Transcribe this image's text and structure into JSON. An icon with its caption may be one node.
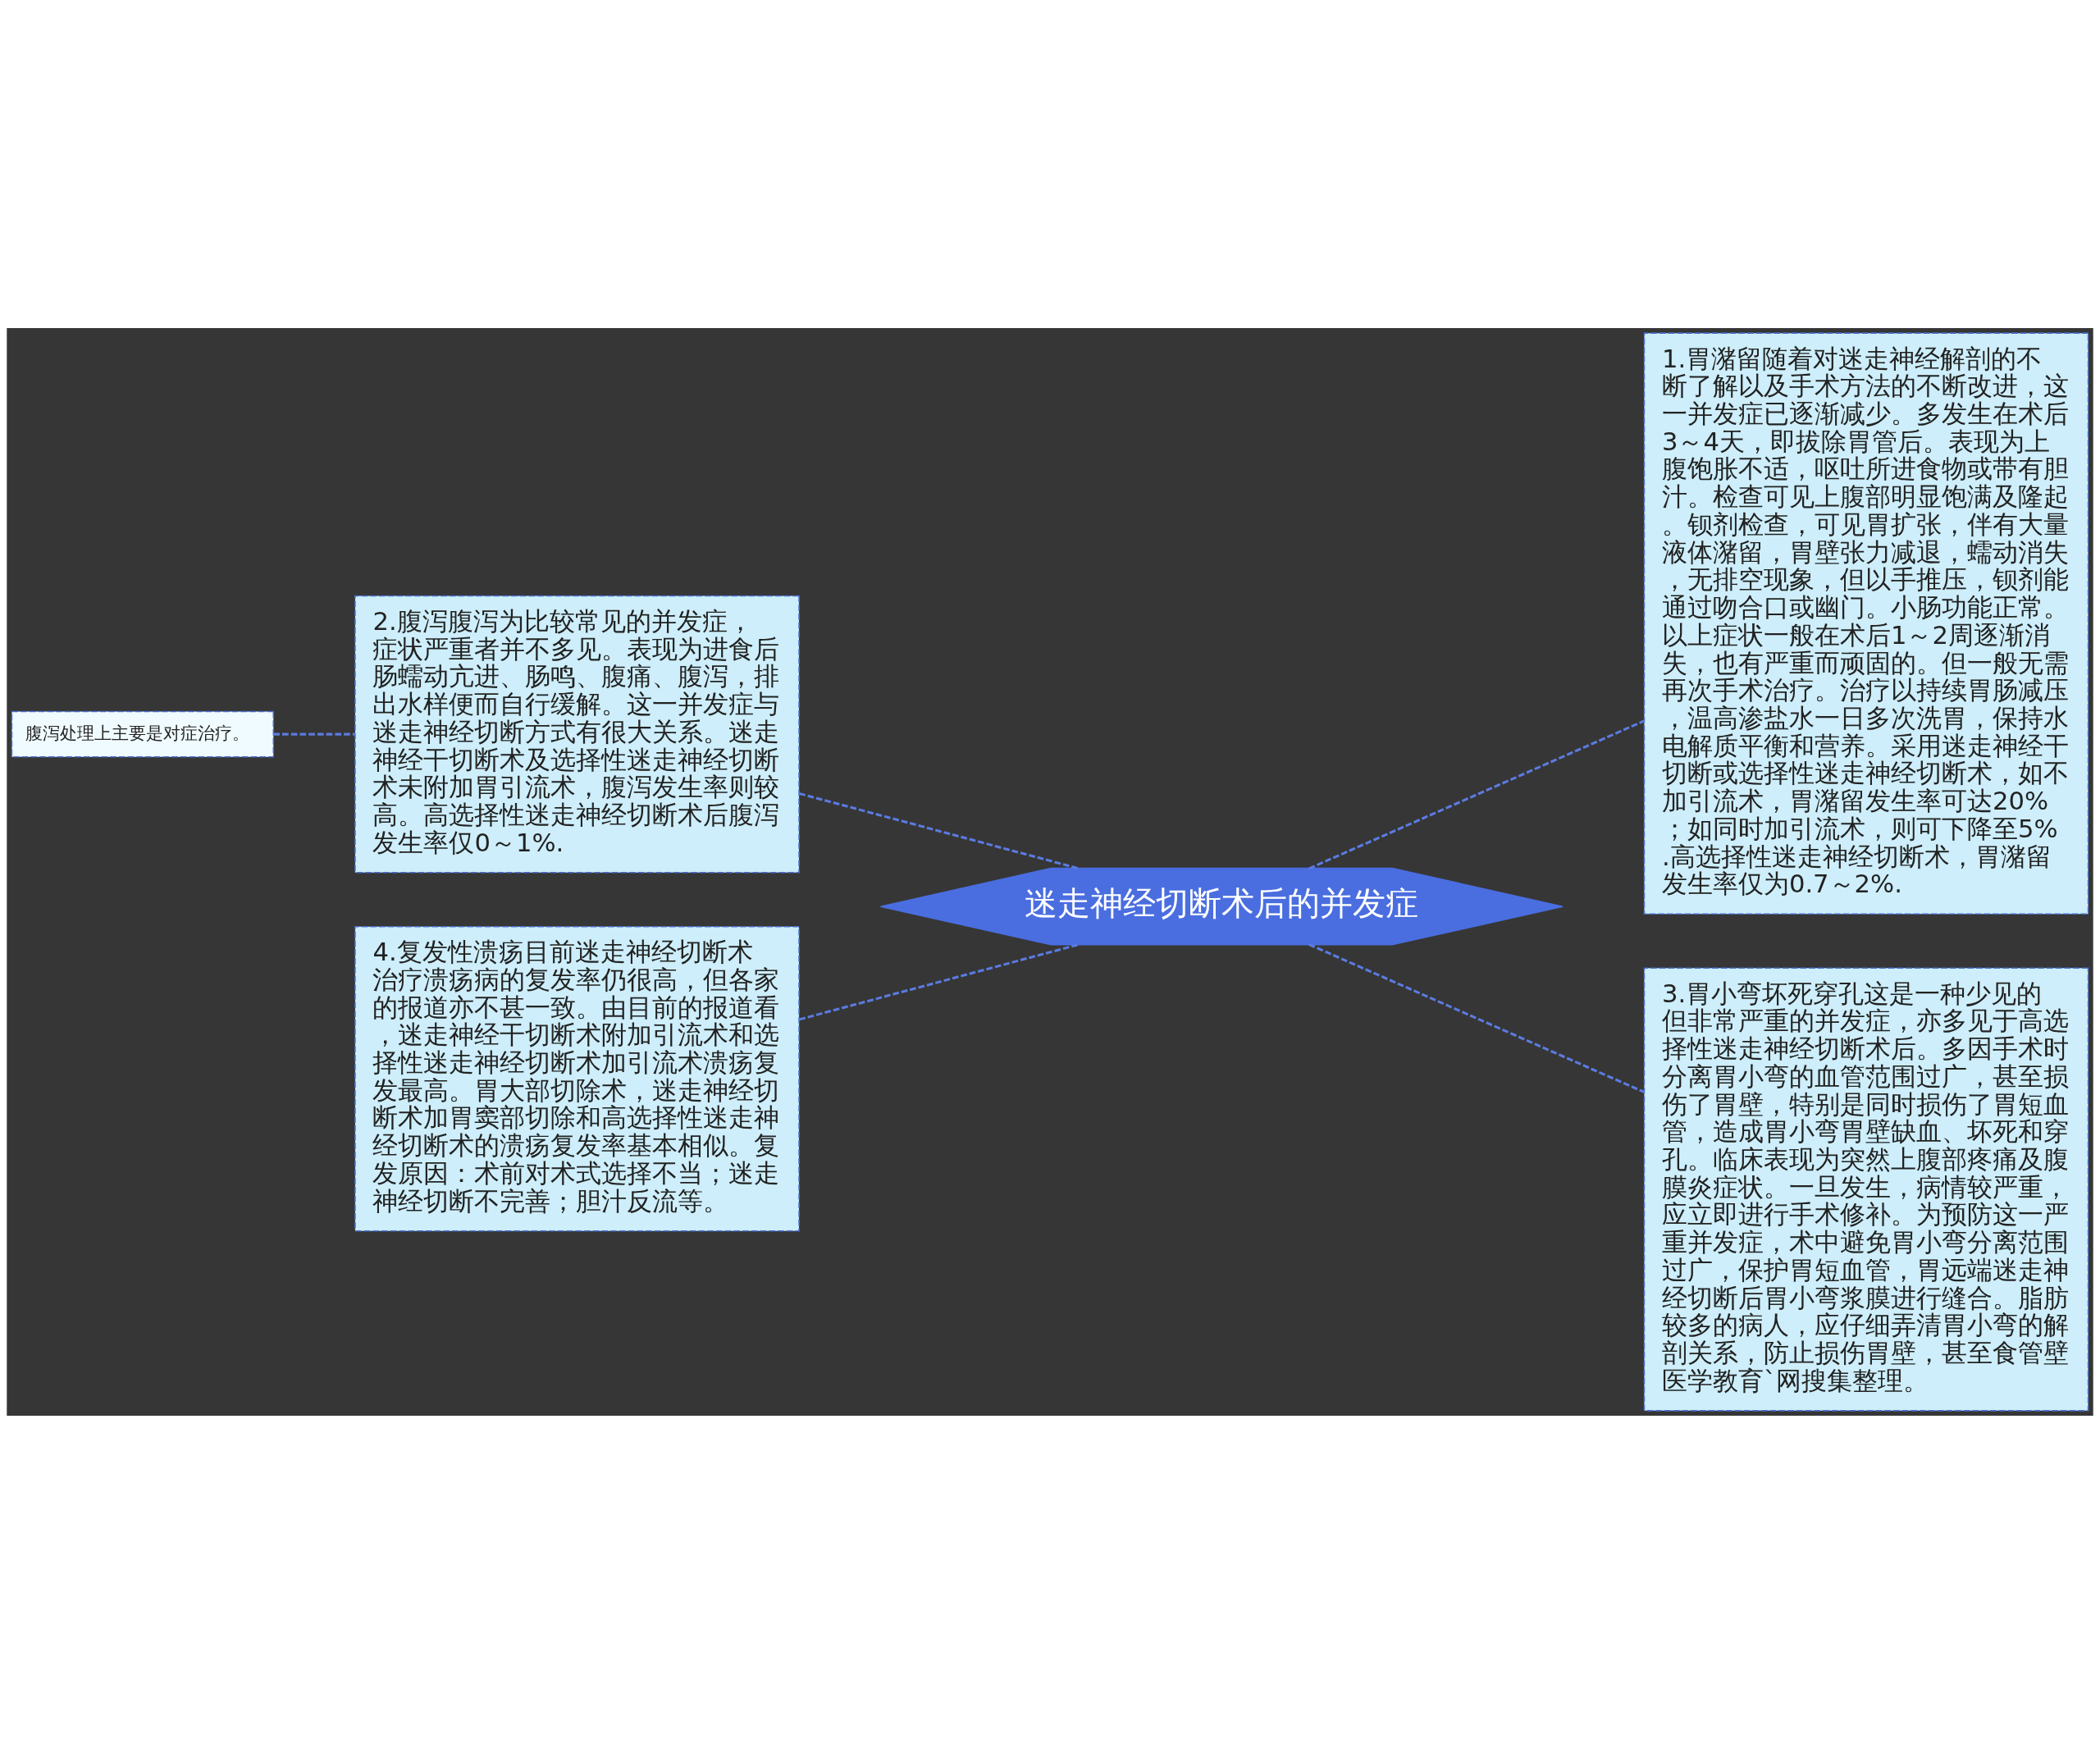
{
  "diagram": {
    "nodes": [
      {
        "text": [
          "迷走神经切断术后的并发症"
        ]
      },
      {
        "text": [
          "1.胃潴留随着对迷走神经解剖的不断了解以及手术方法的不断改进，这一并发症已逐渐减少。多发生在术后3～4天，即拔除胃管后。表现为上腹饱胀不适，呕吐所进食物或带有胆汁。检查可见上腹部明显饱满及隆起。钡剂检查，可见胃扩张，伴有大量液体潴留，胃壁张力减退，蠕动消失，无排空现象，但以手推压，钡剂能通过吻合口或幽门。小肠功能正常。以上症状一般在术后1～2周逐渐消失，也有严重而顽固的。但一般无需再次手术治疗。治疗以持续胃肠减压，温高渗盐水一日多次洗胃，保持水电解质平衡和营养。采用迷走神经干切断或选择性迷走神经切断术，如不加引流术，胃潴留发生率可达20%；如同时加引流术，则可下降至5%.高选择性迷走神经切断术，胃潴留发生率仅为0.7～2%."
        ]
      },
      {
        "text": [
          "2.腹泻腹泻为比较常见的并发症，症状严重者并不多见。表现为进食后肠蠕动亢进、肠鸣、腹痛、腹泻，排出水样便而自行缓解。这一并发症与迷走神经切断方式有很大关系。迷走神经干切断术及选择性迷走神经切断术未附加胃引流术，腹泻发生率则较高。高选择性迷走神经切断术后腹泻发生率仅0～1%."
        ]
      },
      {
        "text": [
          "腹泻处理上主要是对症治疗。"
        ]
      },
      {
        "text": [
          "3.胃小弯坏死穿孔这是一种少见的但非常严重的并发症，亦多见于高选择性迷走神经切断术后。多因手术时分离胃小弯的血管范围过广，甚至损伤了胃壁，特别是同时损伤了胃短血管，造成胃小弯胃壁缺血、坏死和穿孔。临床表现为突然上腹部疼痛及腹膜炎症状。一旦发生，病情较严重，应立即进行手术修补。为预防这一严重并发症，术中避免胃小弯分离范围过广，保护胃短血管，胃远端迷走神经切断后胃小弯浆膜进行缝合。脂肪较多的病人，应仔细弄清胃小弯的解剖关系，防止损伤胃壁，甚至食管壁医学教育`网搜集整理。"
        ]
      },
      {
        "text": [
          "4.复发性溃疡目前迷走神经切断术治疗溃疡病的复发率仍很高，但各家的报道亦不甚一致。由目前的报道看，迷走神经干切断术附加引流术和选择性迷走神经切断术加引流术溃疡复发最高。胃大部切除术，迷走神经切断术加胃窦部切除和高选择性迷走神经切断术的溃疡复发率基本相似。复发原因：术前对术式选择不当；迷走神经切断不完善；胆汁反流等。"
        ]
      }
    ],
    "edges": [
      {
        "from": 0,
        "to": 1,
        "arrow": "none"
      },
      {
        "from": 0,
        "to": 2,
        "arrow": "none"
      },
      {
        "from": 2,
        "to": 3,
        "arrow": "none"
      },
      {
        "from": 0,
        "to": 4,
        "arrow": "none"
      },
      {
        "from": 0,
        "to": 5,
        "arrow": "none"
      }
    ]
  }
}
